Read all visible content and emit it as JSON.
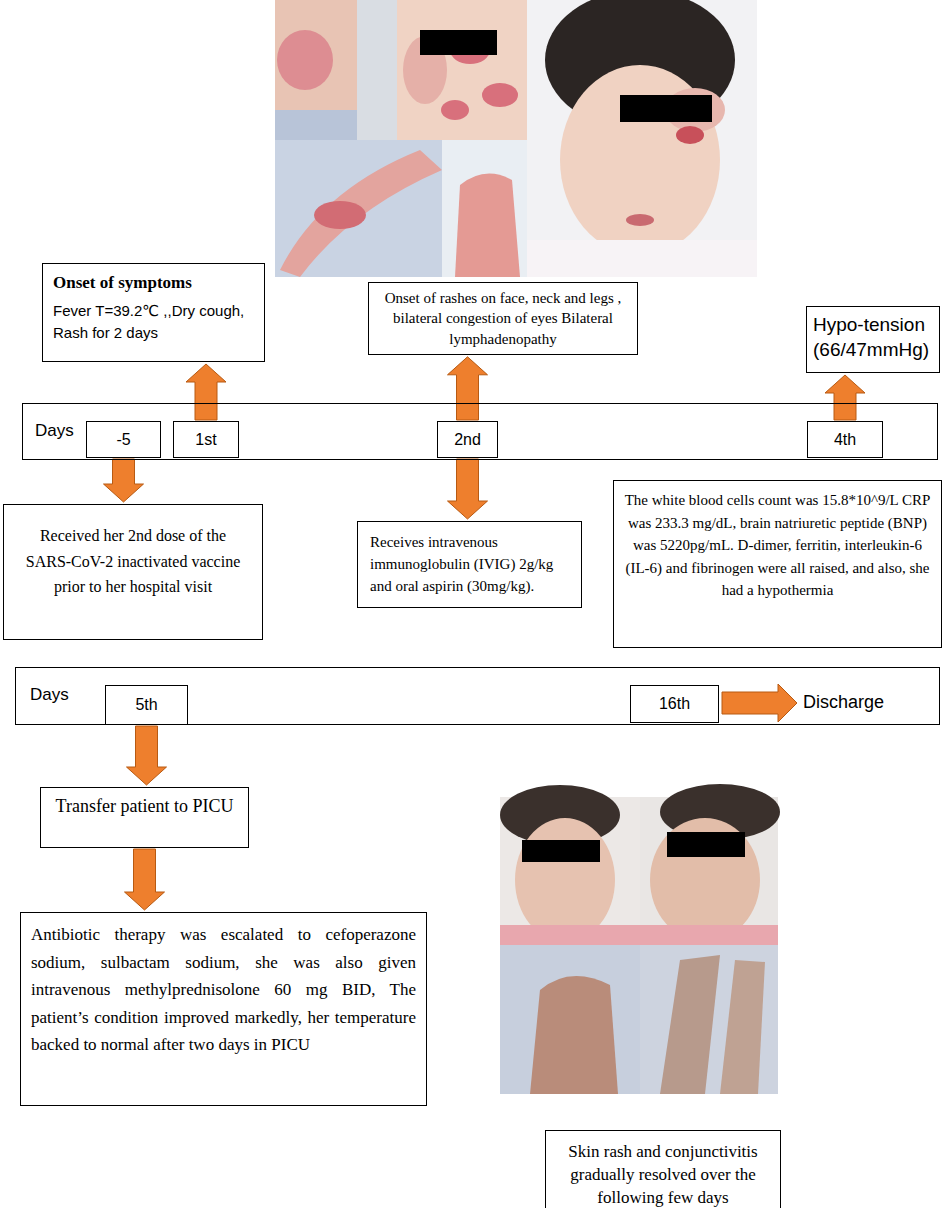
{
  "diagram": {
    "nodes": [
      {
        "text": [
          "Onset of symptoms",
          "Fever T=39.2℃ ,,Dry cough, Rash for 2 days"
        ]
      },
      {
        "text": [
          "Onset of rashes on face, neck and legs , bilateral congestion of eyes Bilateral lymphadenopathy"
        ]
      },
      {
        "text": [
          "Hypo-tension (66/47mmHg)"
        ]
      },
      {
        "text": [
          "Days"
        ]
      },
      {
        "text": [
          "-5"
        ],
        "in": 3
      },
      {
        "text": [
          "1st"
        ],
        "in": 3
      },
      {
        "text": [
          "2nd"
        ],
        "in": 3
      },
      {
        "text": [
          "4th"
        ],
        "in": 3
      },
      {
        "text": [
          "Received her 2nd dose of the SARS-CoV-2 inactivated vaccine prior to her hospital visit"
        ]
      },
      {
        "text": [
          "Receives intravenous immunoglobulin (IVIG) 2g/kg and oral aspirin (30mg/kg)."
        ]
      },
      {
        "text": [
          "The white blood cells count was 15.8*10^9/L CRP was 233.3 mg/dL, brain natriuretic peptide (BNP) was 5220pg/mL. D-dimer, ferritin, interleukin-6 (IL-6) and fibrinogen were all raised, and also, she had a hypothermia"
        ]
      },
      {
        "text": [
          "Days"
        ]
      },
      {
        "text": [
          "5th"
        ],
        "in": 11
      },
      {
        "text": [
          "16th"
        ],
        "in": 11
      },
      {
        "text": [
          "Transfer patient to PICU"
        ]
      },
      {
        "text": [
          "Antibiotic therapy was escalated to cefoperazone sodium, sulbactam sodium, she was also given intravenous methylprednisolone 60 mg BID, The patient’s condition improved markedly, her temperature backed to normal after two days in PICU"
        ]
      },
      {
        "text": [
          "Skin rash and conjunctivitis gradually resolved over the following few days"
        ]
      }
    ],
    "edges": [
      {
        "from": 5,
        "to": 0,
        "arrow": "to"
      },
      {
        "from": 6,
        "to": 1,
        "arrow": "to"
      },
      {
        "from": 7,
        "to": 2,
        "arrow": "to"
      },
      {
        "from": 4,
        "to": 8,
        "arrow": "to"
      },
      {
        "from": 6,
        "to": 9,
        "arrow": "to"
      },
      {
        "from": 12,
        "to": 14,
        "arrow": "to"
      },
      {
        "from": 14,
        "to": 15,
        "arrow": "to"
      }
    ],
    "labels": [
      "Discharge"
    ]
  }
}
